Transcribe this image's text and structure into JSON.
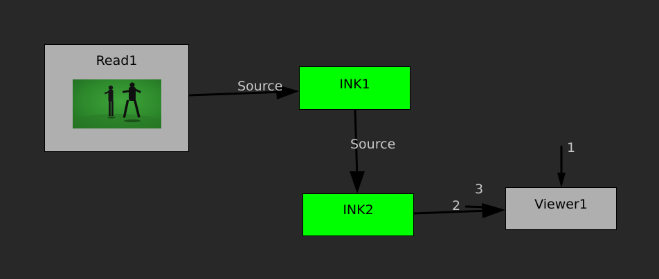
{
  "nodes": {
    "read": {
      "label": "Read1",
      "thumbnail": "green-screen-fighters-thumbnail"
    },
    "ink1": {
      "label": "INK1"
    },
    "ink2": {
      "label": "INK2"
    },
    "viewer": {
      "label": "Viewer1"
    }
  },
  "edges": {
    "read_to_ink1": {
      "label": "Source"
    },
    "ink1_to_ink2": {
      "label": "Source"
    },
    "viewer_input_1": {
      "label": "1"
    },
    "ink2_to_viewer": {
      "label": "2"
    },
    "viewer_input_3": {
      "label": "3"
    }
  },
  "colors": {
    "background": "#282828",
    "ink_node": "#00ff00",
    "gray_node": "#afafaf",
    "wire": "#000000",
    "wire_label": "#c8c8c8"
  }
}
